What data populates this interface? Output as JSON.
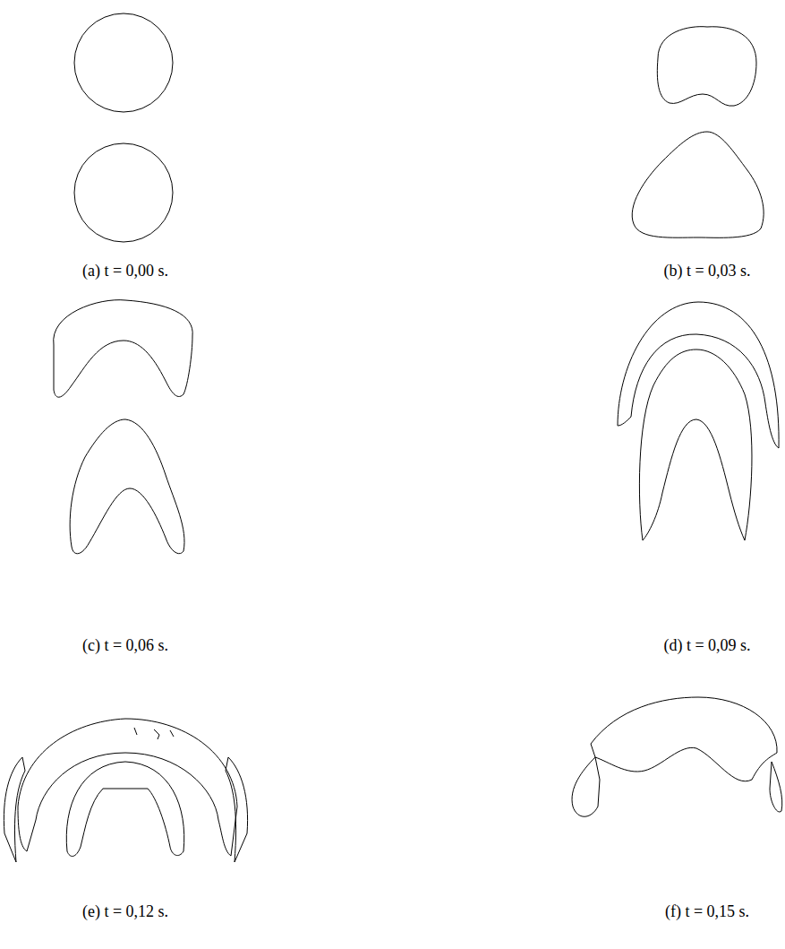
{
  "diagram": {
    "labels": [
      "(a) t = 0,00 s.",
      "(b) t = 0,03 s.",
      "(c) t = 0,06 s.",
      "(d) t = 0,09 s.",
      "(e) t = 0,12 s.",
      "(f) t = 0,15 s."
    ]
  }
}
